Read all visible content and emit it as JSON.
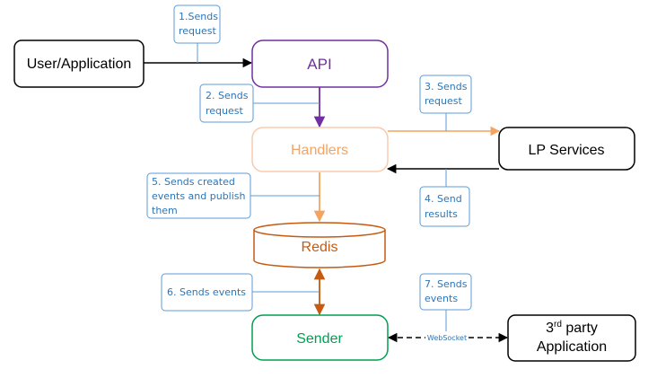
{
  "nodes": {
    "user_app": {
      "label": "User/Application",
      "color": "#000000"
    },
    "api": {
      "label": "API",
      "color": "#7030A0"
    },
    "handlers": {
      "label": "Handlers",
      "color": "#F4A460"
    },
    "lp_services": {
      "label": "LP Services",
      "color": "#000000"
    },
    "redis": {
      "label": "Redis",
      "color": "#C55A11"
    },
    "sender": {
      "label": "Sender",
      "color": "#00A050"
    },
    "third_party": {
      "line1_num": "3",
      "line1_sup": "rd",
      "line1_rest": " party",
      "line2": "Application",
      "color": "#000000"
    }
  },
  "notes": {
    "n1": {
      "lines": [
        "1.Sends",
        "request"
      ]
    },
    "n2": {
      "lines": [
        "2. Sends",
        "request"
      ]
    },
    "n3": {
      "lines": [
        "3. Sends",
        "request"
      ]
    },
    "n4": {
      "lines": [
        "4. Send",
        "results"
      ]
    },
    "n5": {
      "lines": [
        "5. Sends created",
        "events and publish",
        "them"
      ]
    },
    "n6": {
      "lines": [
        "6. Sends events"
      ]
    },
    "n7": {
      "lines": [
        "7. Sends",
        "events"
      ]
    }
  },
  "edges": {
    "websocket_label": "WebSocket"
  },
  "colors": {
    "note_border": "#5B9BD5",
    "note_text": "#2E75B6",
    "api_arrow": "#7030A0",
    "handlers_arrow": "#F4A460",
    "redis_arrow": "#C55A11"
  }
}
